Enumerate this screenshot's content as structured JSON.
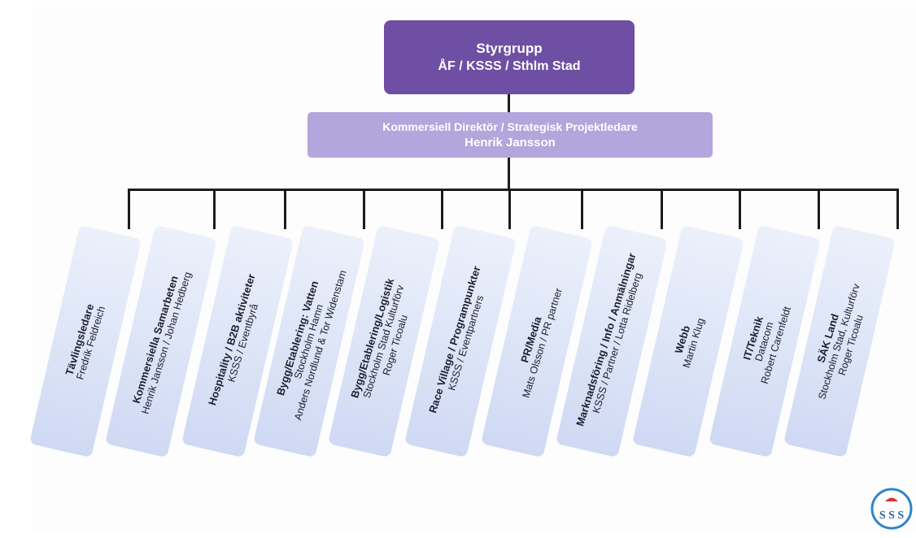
{
  "steering": {
    "title": "Styrgrupp",
    "subtitle": "ÅF / KSSS / Sthlm Stad"
  },
  "director": {
    "role": "Kommersiell Direktör / Strategisk Projektledare",
    "name": "Henrik Jansson"
  },
  "teams": [
    {
      "title": "Tävlingsledare",
      "people": [
        "Fredrik Feldreich"
      ]
    },
    {
      "title": "Kommersiella Samarbeten",
      "people": [
        "Henrik Jansson / Johan Hedberg"
      ]
    },
    {
      "title": "Hospitality / B2B aktiviteter",
      "people": [
        "KSSS / Eventbyrå"
      ]
    },
    {
      "title": "Bygg/Etablering: Vatten",
      "people": [
        "Stockholm Hamn",
        "Anders Nordlund & Tor Widenstam"
      ]
    },
    {
      "title": "Bygg/Etablering/Logistik",
      "people": [
        "Stockholm Stad Kulturförv",
        "Roger Ticoalu"
      ]
    },
    {
      "title": "Race Village / Programpunkter",
      "people": [
        "KSSS / Eventpartners"
      ]
    },
    {
      "title": "PR/Media",
      "people": [
        "Mats Olsson / PR partner"
      ]
    },
    {
      "title": "Marknadsföring / Info / Anmälningar",
      "people": [
        "KSSS / Partner / Lotta Ridelberg"
      ]
    },
    {
      "title": "Webb",
      "people": [
        "Martin Klug"
      ]
    },
    {
      "title": "IT/Teknik",
      "people": [
        "Datacom",
        "Robert Carenfeldt"
      ]
    },
    {
      "title": "SÄK Land",
      "people": [
        "Stockholm Stad, Kulturförv",
        "Roger Ticoalu"
      ]
    }
  ],
  "logo": {
    "text": "SSS",
    "icon": "ksss-logo-icon"
  },
  "colors": {
    "steering": "#6f4fa3",
    "director": "#b3a6dc",
    "team_box": "#dde5f7",
    "connector": "#1b1b1b"
  }
}
